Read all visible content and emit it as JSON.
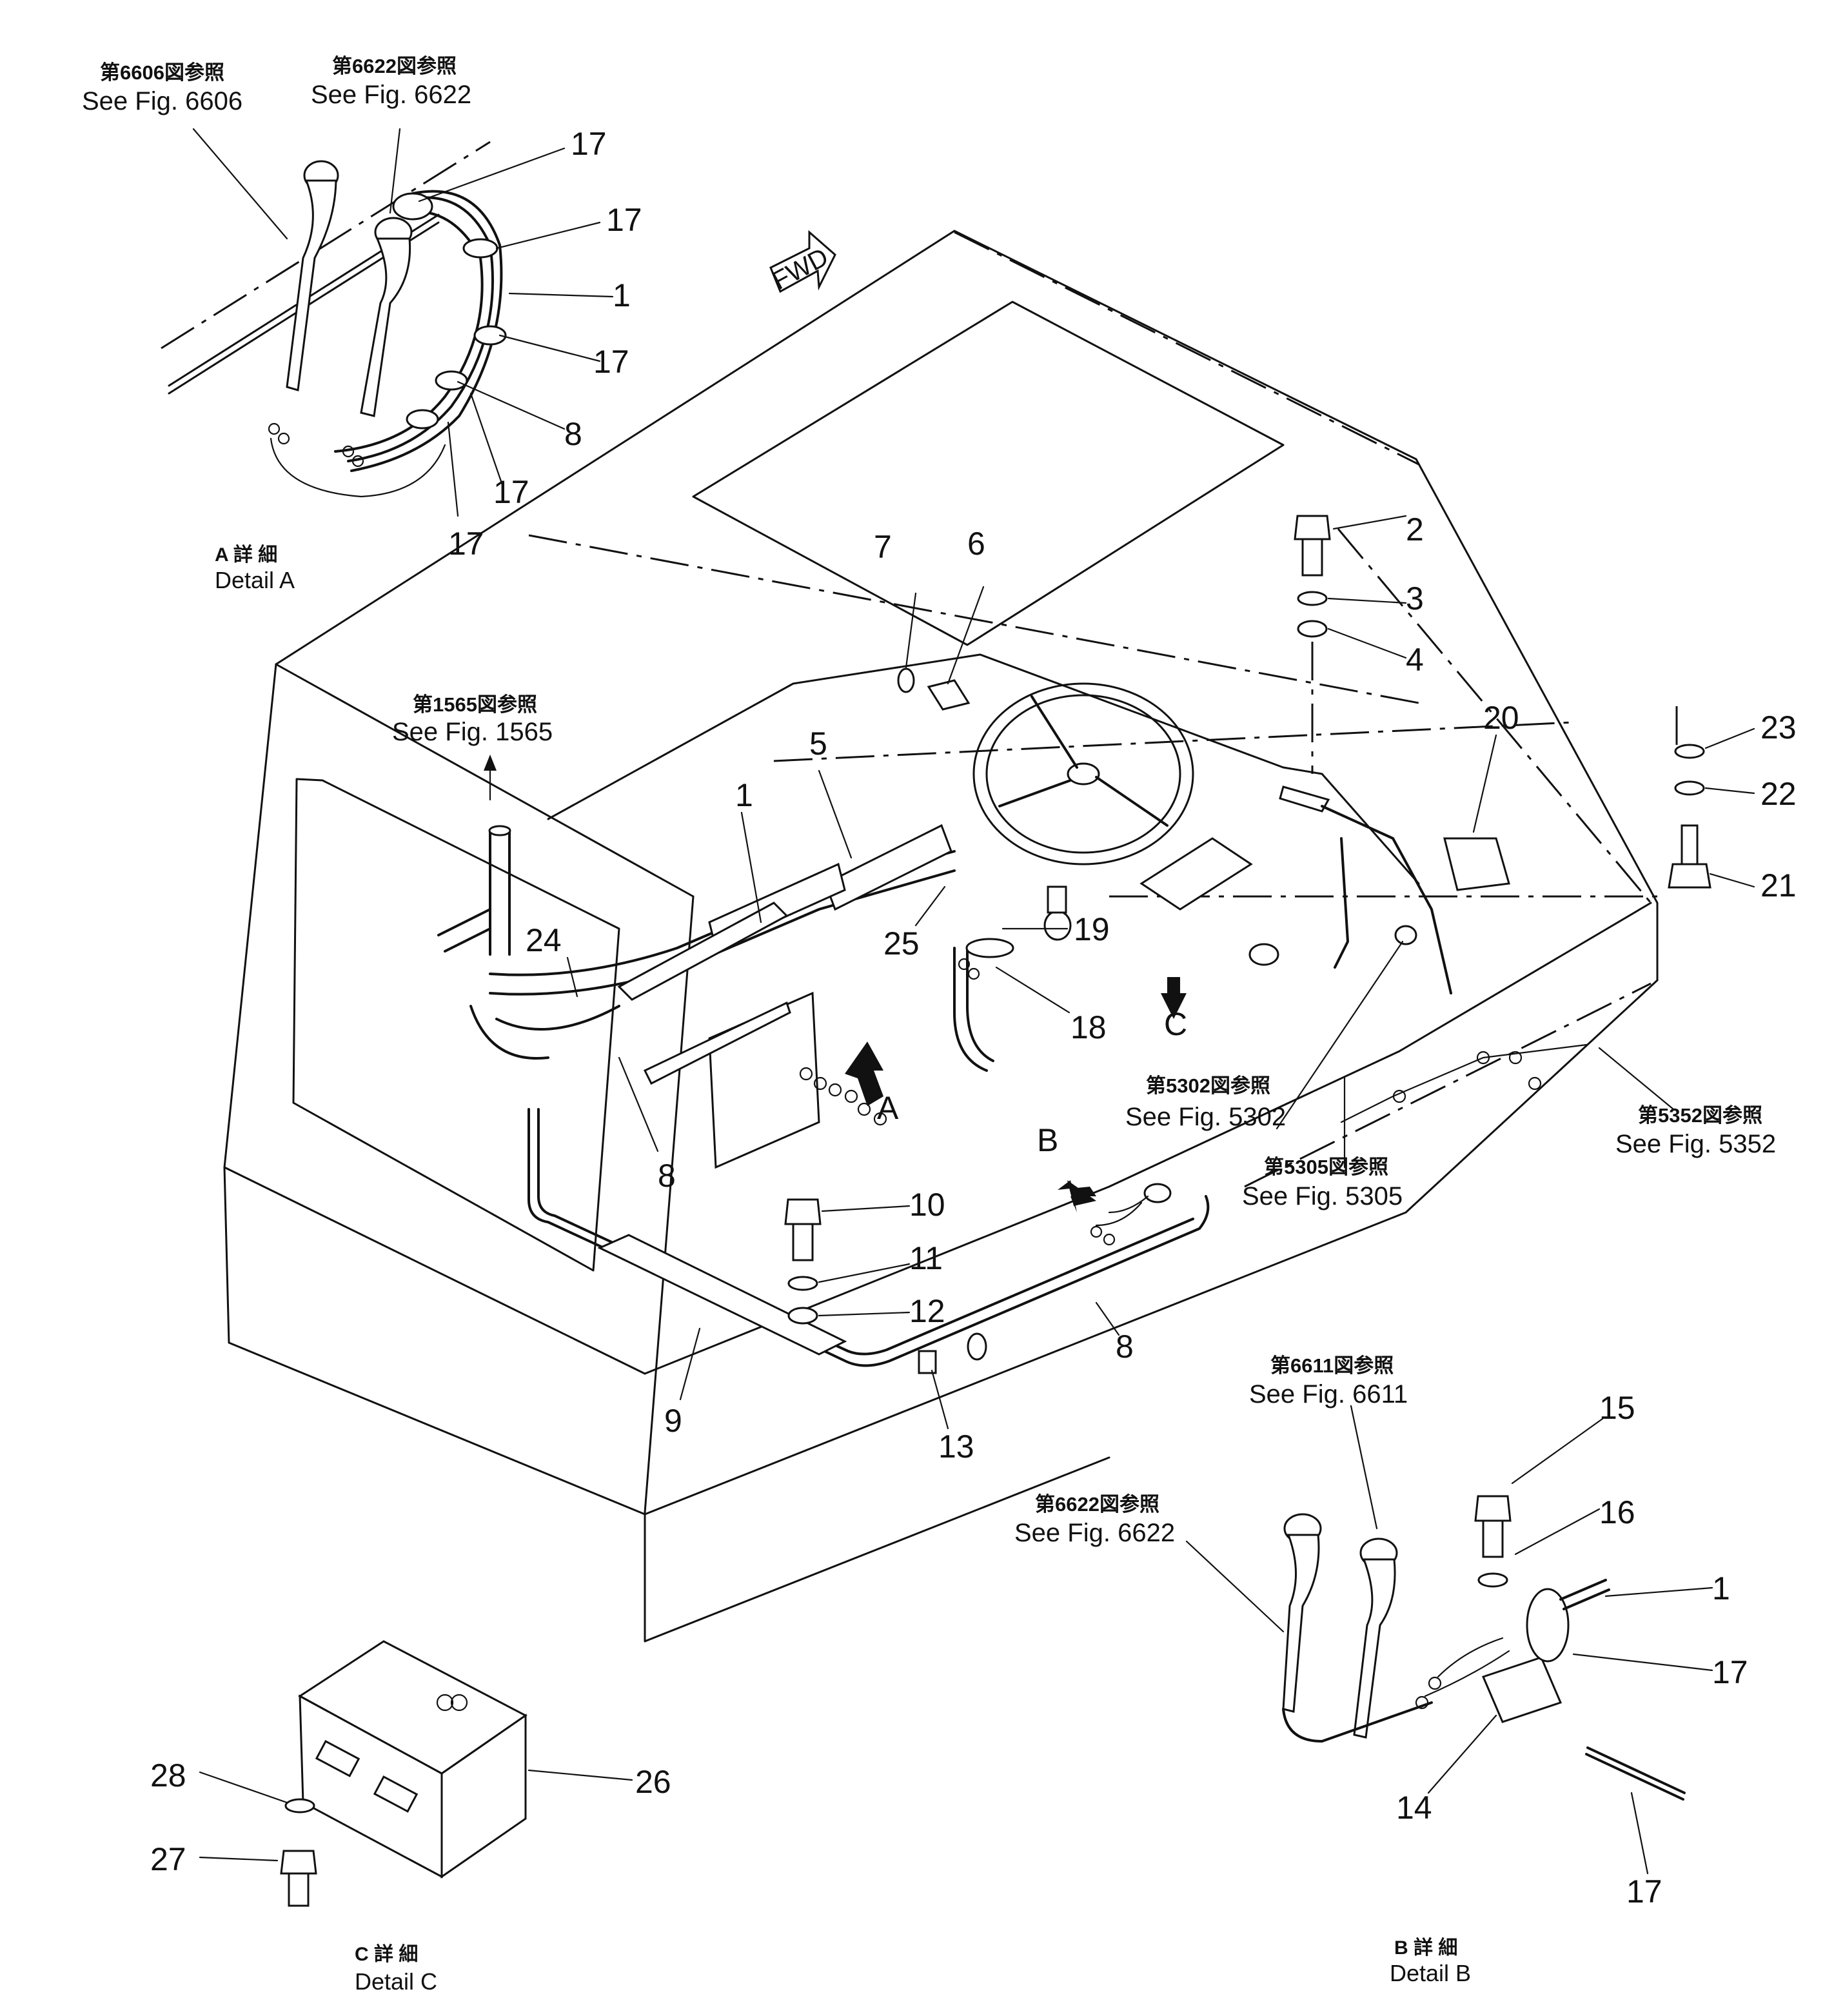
{
  "refs": {
    "fig6606": {
      "jp": "第6606図参照",
      "en": "See Fig. 6606"
    },
    "fig6622a": {
      "jp": "第6622図参照",
      "en": "See Fig. 6622"
    },
    "fig1565": {
      "jp": "第1565図参照",
      "en": "See Fig. 1565"
    },
    "fig5302": {
      "jp": "第5302図参照",
      "en": "See Fig. 5302"
    },
    "fig5305": {
      "jp": "第5305図参照",
      "en": "See Fig. 5305"
    },
    "fig5352": {
      "jp": "第5352図参照",
      "en": "See Fig. 5352"
    },
    "fig6611": {
      "jp": "第6611図参照",
      "en": "See Fig. 6611"
    },
    "fig6622b": {
      "jp": "第6622図参照",
      "en": "See Fig. 6622"
    }
  },
  "details": {
    "a": {
      "jp": "A 詳 細",
      "en": "Detail A"
    },
    "b": {
      "jp": "B 詳 細",
      "en": "Detail B"
    },
    "c": {
      "jp": "C 詳 細",
      "en": "Detail C"
    }
  },
  "arrows": {
    "fwd": "FWD",
    "a": "A",
    "b": "B",
    "c": "C"
  },
  "parts": {
    "p1": "1",
    "p2": "2",
    "p3": "3",
    "p4": "4",
    "p5": "5",
    "p6": "6",
    "p7": "7",
    "p8": "8",
    "p9": "9",
    "p10": "10",
    "p11": "11",
    "p12": "12",
    "p13": "13",
    "p14": "14",
    "p15": "15",
    "p16": "16",
    "p17": "17",
    "p18": "18",
    "p19": "19",
    "p20": "20",
    "p21": "21",
    "p22": "22",
    "p23": "23",
    "p24": "24",
    "p25": "25",
    "p26": "26",
    "p27": "27",
    "p28": "28"
  }
}
